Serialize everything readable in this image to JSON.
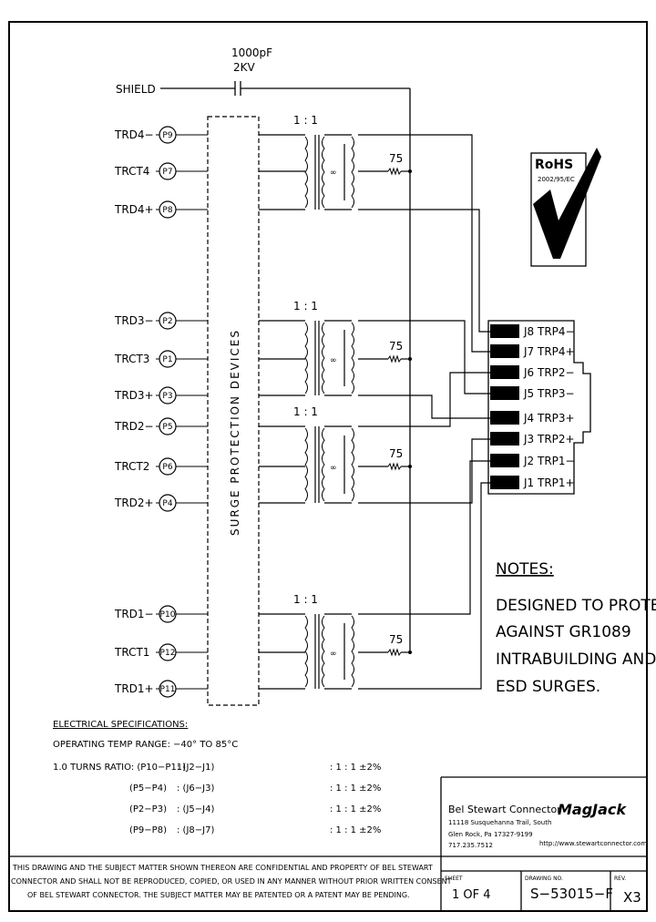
{
  "shield": {
    "label": "SHIELD",
    "cap_value": "1000pF",
    "cap_voltage": "2KV"
  },
  "surge_label": "SURGE  PROTECTION  DEVICES",
  "ratio": "1 : 1",
  "resistor": "75",
  "left_labels": [
    "TRD4−",
    "TRCT4",
    "TRD4+",
    "TRD3−",
    "TRCT3",
    "TRD3+",
    "TRD2−",
    "TRCT2",
    "TRD2+",
    "TRD1−",
    "TRCT1",
    "TRD1+"
  ],
  "pins": [
    "P9",
    "P7",
    "P8",
    "P2",
    "P1",
    "P3",
    "P5",
    "P6",
    "P4",
    "P10",
    "P12",
    "P11"
  ],
  "jack_labels": [
    "J8 TRP4−",
    "J7 TRP4+",
    "J6 TRP2−",
    "J5 TRP3−",
    "J4 TRP3+",
    "J3 TRP2+",
    "J2 TRP1−",
    "J1 TRP1+"
  ],
  "rohs": {
    "title": "RoHS",
    "directive": "2002/95/EC"
  },
  "notes": {
    "heading": "NOTES:",
    "lines": [
      "DESIGNED TO PROTECT",
      "AGAINST GR1089",
      "INTRABUILDING AND",
      "ESD SURGES."
    ]
  },
  "specs": {
    "title": "ELECTRICAL SPECIFICATIONS:",
    "temp": "OPERATING TEMP RANGE: −40° TO 85°C",
    "rows": [
      {
        "label": "1.0 TURNS RATIO: (P10−P11)",
        "j": ": (J2−J1)",
        "val": ": 1 : 1 ±2%"
      },
      {
        "label": "(P5−P4)",
        "j": ": (J6−J3)",
        "val": ": 1 : 1 ±2%"
      },
      {
        "label": "(P2−P3)",
        "j": ": (J5−J4)",
        "val": ": 1 : 1 ±2%"
      },
      {
        "label": "(P9−P8)",
        "j": ": (J8−J7)",
        "val": ": 1 : 1 ±2%"
      }
    ]
  },
  "company": {
    "name": "Bel Stewart Connector",
    "addr1": "11118 Susquehanna Trail, South",
    "addr2": "Glen Rock, Pa 17327-9199",
    "phone": "717.235.7512",
    "brand": "MagJack",
    "url": "http://www.stewartconnector.com"
  },
  "disclaimer": [
    "THIS DRAWING AND THE SUBJECT MATTER SHOWN THEREON ARE CONFIDENTIAL AND PROPERTY OF BEL STEWART",
    "CONNECTOR AND SHALL NOT BE REPRODUCED, COPIED, OR USED IN ANY MANNER WITHOUT PRIOR WRITTEN CONSENT",
    "OF BEL STEWART CONNECTOR.  THE SUBJECT MATTER MAY BE PATENTED OR A PATENT MAY BE PENDING."
  ],
  "title_block": {
    "sheet_hdr": "SHEET",
    "sheet": "1 OF 4",
    "dwg_hdr": "DRAWING NO.",
    "dwg": "S−53015−F",
    "rev_hdr": "REV.",
    "rev": "X3"
  }
}
